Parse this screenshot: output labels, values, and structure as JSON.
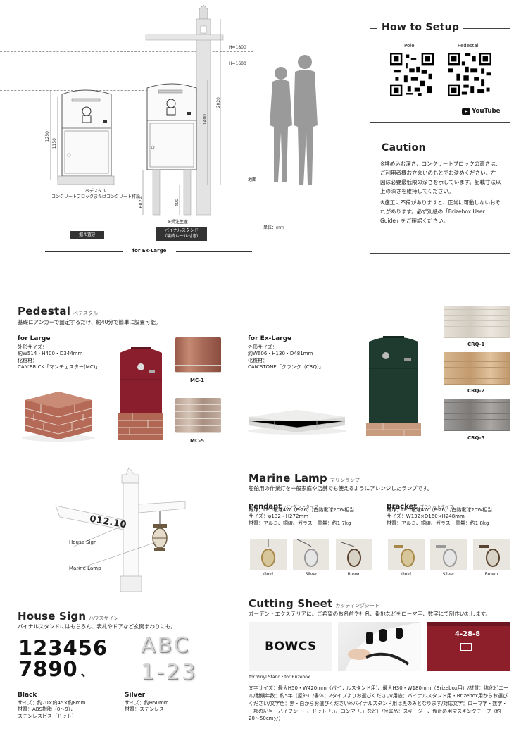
{
  "setup": {
    "title": "How to Setup",
    "pole_label": "Pole",
    "pedestal_label": "Pedestal",
    "youtube_label": "YouTube"
  },
  "caution": {
    "title": "Caution",
    "p1": "※埋め込む深さ、コンクリートブロックの高さは、ご利用者様お立会いのもとでお決めください。左図は必要最低限の深さを示しています。記載寸法以上の深さを維持してください。",
    "p2": "※施工に不備がありますと、正常に可動しないおそれがあります。必ず別紙の「Brizebox User Guide」をご確認ください。"
  },
  "diagram": {
    "h1800": "H=1800",
    "h1600": "H=1600",
    "d1250": "1250",
    "d1150": "1150",
    "d1400": "1400",
    "d2020": "2020",
    "d6024": "602.4",
    "d400": "400",
    "ground": "地面",
    "pedestal_note": "ペデスタル\nコンクリートブロックまたはコンクリート打設",
    "order_note": "※受注生産",
    "vinyl_stand": "バイナルスタンド\n（装飾レール付き）",
    "place_label": "据え置き",
    "unit": "単位：mm",
    "for_xl": "for Ex-Large"
  },
  "pedestal": {
    "title": "Pedestal",
    "title_jp": "ペデスタル",
    "desc": "基礎にアンカーで固定するだけ、約40分で簡単に設置可能。",
    "large_title": "for Large",
    "large_specs": "外形サイズ：\n約W514・H400・D344mm\n化粧材：\nCAN'BRICK「マンチェスター(MC)」",
    "mc1": "MC-1",
    "mc5": "MC-5",
    "xl_title": "for Ex-Large",
    "xl_specs": "外形サイズ：\n約W606・H130・D481mm\n化粧材：\nCAN'STONE「クランク（CRQ)」",
    "crq1": "CRQ-1",
    "crq2": "CRQ-2",
    "crq5": "CRQ-5"
  },
  "pole": {
    "sign_number": "012.10",
    "house_sign_label": "House Sign",
    "marine_lamp_label": "Marine Lamp"
  },
  "lamp": {
    "title": "Marine Lamp",
    "title_jp": "マリンランプ",
    "desc": "船舶用の作業灯を一般家庭や店舗でも使えるようにアレンジしたランプです。",
    "pendant_title": "Pendant",
    "pendant_jp": "ペンダントタイプ",
    "pendant_specs": "電球：LED電球4W（E-26）/白熱電球20W相当\nサイズ：φ132・H272mm\n材質：アルミ、銅線、ガラス　重量：約1.7kg",
    "bracket_title": "Bracket",
    "bracket_jp": "ブラケットタイプ",
    "bracket_specs": "電球：LED電球4W（E-26）/白熱電球20W相当\nサイズ：W132×D160×H248mm\n材質：アルミ、銅線、ガラス　重量：約1.8kg",
    "colors": [
      "Gold",
      "Silver",
      "Brown",
      "Gold",
      "Silver",
      "Brown"
    ]
  },
  "house_sign": {
    "title": "House Sign",
    "title_jp": "ハウスサイン",
    "desc": "バイナルスタンドにはもちろん、表札やドアなど玄関まわりにも。",
    "digits_row1": "123456",
    "digits_row2": "7890",
    "digits_dot": "、",
    "silver_row1": "ABC",
    "silver_row2": "1-23",
    "black_title": "Black",
    "black_specs": "サイズ：約70×約45×約8mm\n材質：ABS樹脂（0〜9）、\nステンレスビス（ドット）",
    "silver_title": "Silver",
    "silver_specs": "サイズ：約H50mm\n材質：ステンレス"
  },
  "cutting": {
    "title": "Cutting Sheet",
    "title_jp": "カッティングシート",
    "desc": "ガーデン・エクステリアに。ご希望のお名前や社名、番地などをローマ字、数字にて制作いたします。",
    "sample_text": "BOWCS",
    "mailbox_number": "4-28-8",
    "for_text": "for Vinyl Stand・for Brizebox",
    "specs": "文字サイズ：最大H50・W420mm（バイナルスタンド用)、最大H30・W180mm（Brizebox用）/材質：塩化ビニール/耐候年数：約5年（屋外）/書体：2タイプよりお選びください/用途：バイナルスタンド用・Brizebox用からお選びください/文字色：黒・白からお選びください※バイナルスタンド用は黒のみとなります/対応文字：ローマ字・数字・一部の記号（ハイフン「-」、ドット「.」、コンマ「,」など）/付属品：スキージー、仮止め用マスキングテープ（約20〜50cm分）"
  }
}
